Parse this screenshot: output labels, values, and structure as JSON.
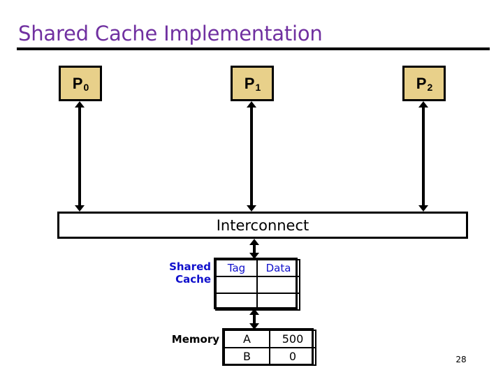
{
  "slide": {
    "title": "Shared Cache Implementation",
    "page_number": "28",
    "title_color": "#7030A0",
    "processor_fill": "#E8D08A",
    "cache_label_color": "#1010CC"
  },
  "processors": [
    {
      "name": "P",
      "index": "0",
      "label": "P0"
    },
    {
      "name": "P",
      "index": "1",
      "label": "P1"
    },
    {
      "name": "P",
      "index": "2",
      "label": "P2"
    }
  ],
  "interconnect": {
    "label": "Interconnect"
  },
  "shared_cache": {
    "label_line1": "Shared",
    "label_line2": "Cache",
    "columns": [
      "Tag",
      "Data"
    ],
    "rows": [
      {
        "tag": "",
        "data": ""
      },
      {
        "tag": "",
        "data": ""
      }
    ]
  },
  "memory": {
    "label": "Memory",
    "rows": [
      {
        "address": "A",
        "value": "500"
      },
      {
        "address": "B",
        "value": "0"
      }
    ]
  }
}
